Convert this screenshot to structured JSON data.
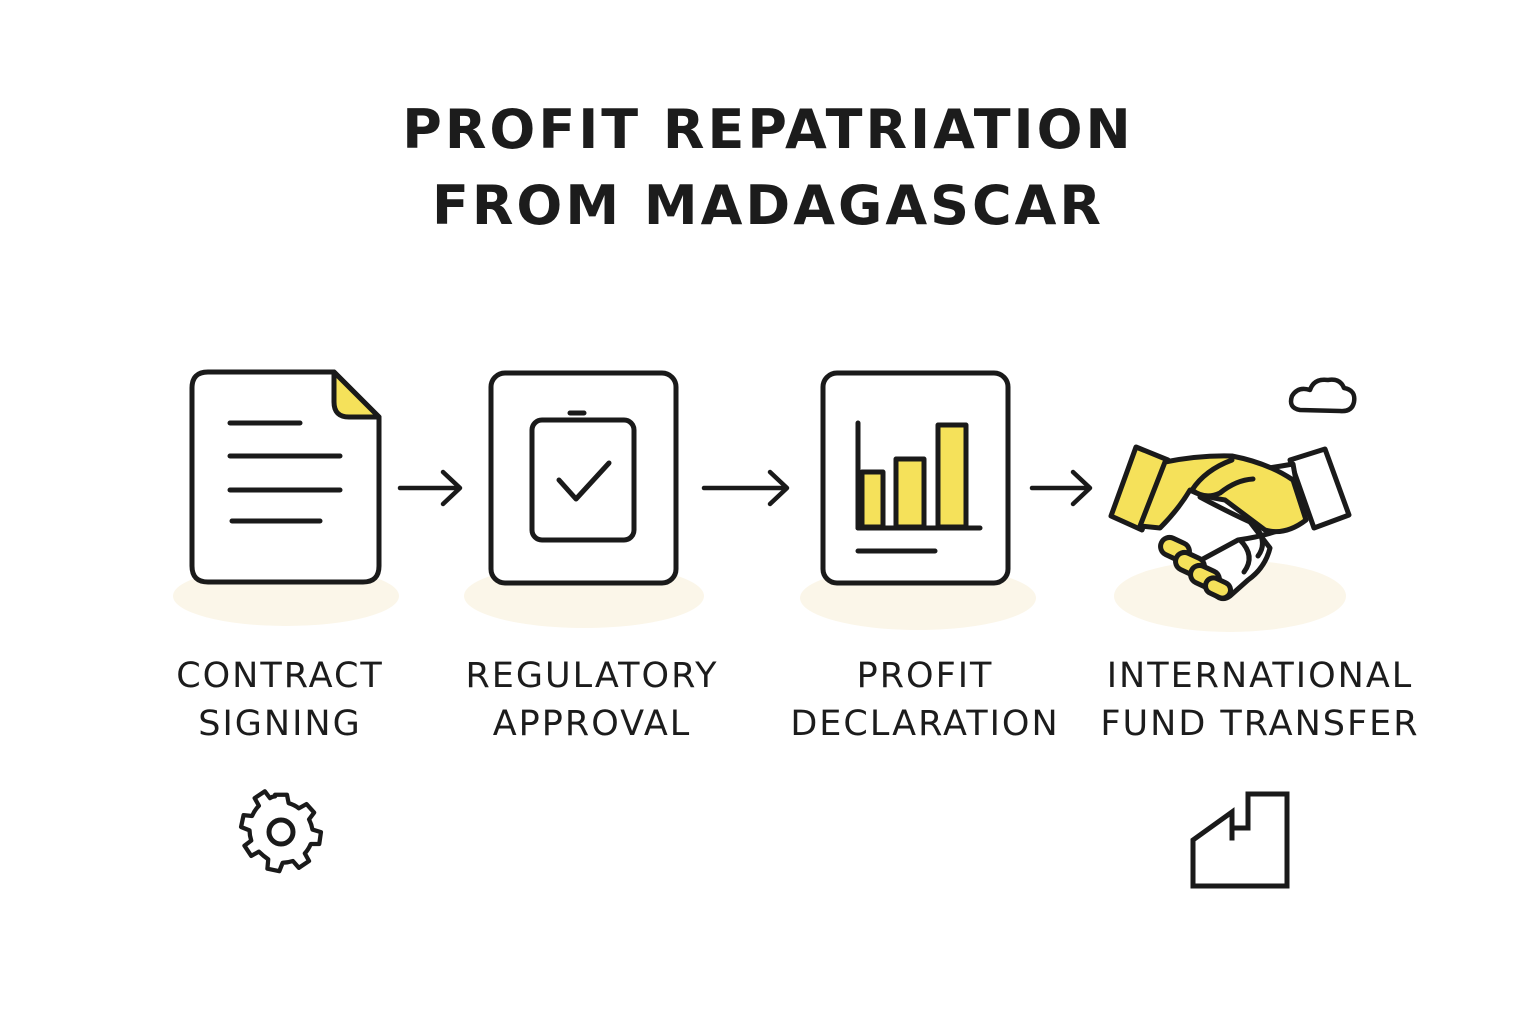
{
  "title": {
    "line1": "PROFIT REPATRIATION",
    "line2": "FROM MADAGASCAR"
  },
  "steps": [
    {
      "line1": "CONTRACT",
      "line2": "SIGNING",
      "icon": "document-icon"
    },
    {
      "line1": "REGULATORY",
      "line2": "APPROVAL",
      "icon": "checkbox-clipboard-icon"
    },
    {
      "line1": "PROFIT",
      "line2": "DECLARATION",
      "icon": "bar-chart-icon"
    },
    {
      "line1": "INTERNATIONAL",
      "line2": "FUND TRANSFER",
      "icon": "handshake-icon"
    }
  ],
  "extra_icons": [
    "gear-icon",
    "factory-icon",
    "cloud-icon"
  ],
  "colors": {
    "accent_yellow": "#F5E15A",
    "stroke": "#1a1a1a",
    "shadow": "#FBF6E9"
  }
}
